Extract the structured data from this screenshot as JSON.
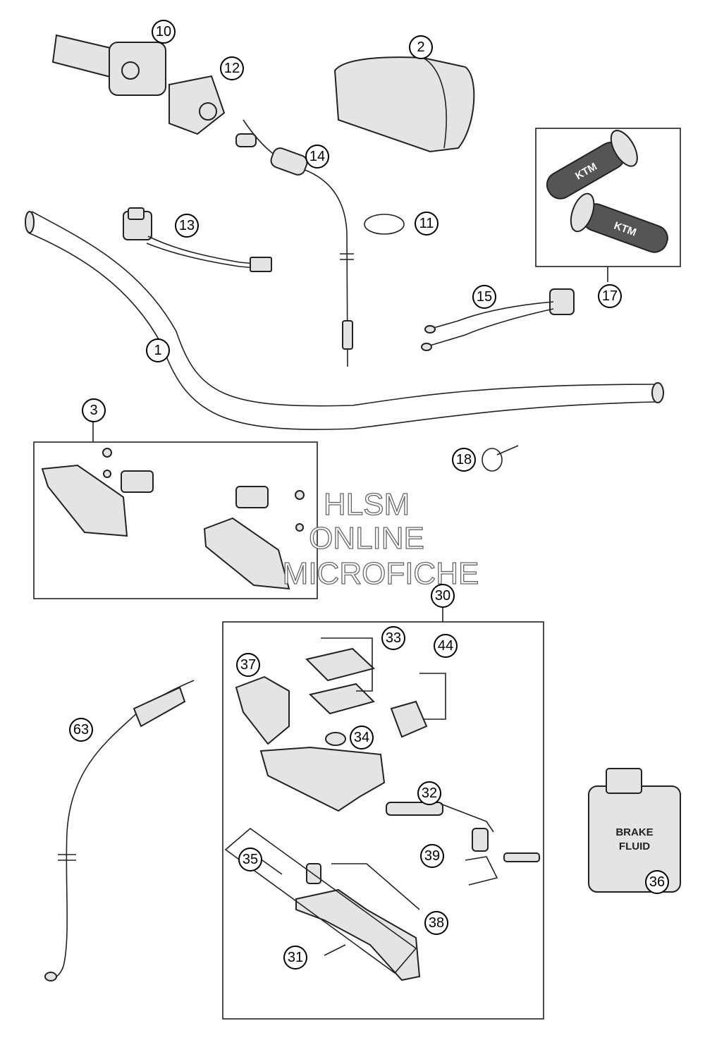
{
  "callouts": {
    "c1": "1",
    "c2": "2",
    "c3": "3",
    "c10": "10",
    "c11": "11",
    "c12": "12",
    "c13": "13",
    "c14": "14",
    "c15": "15",
    "c17": "17",
    "c18": "18",
    "c30": "30",
    "c31": "31",
    "c32": "32",
    "c33": "33",
    "c34": "34",
    "c35": "35",
    "c36": "36",
    "c37": "37",
    "c38": "38",
    "c39": "39",
    "c44": "44",
    "c63": "63"
  },
  "watermark": {
    "line1": "HLSM",
    "line2": "ONLINE",
    "line3": "MICROFICHE"
  },
  "fluid_can": {
    "line1": "BRAKE",
    "line2": "FLUID"
  },
  "grip_logo": "KTM"
}
